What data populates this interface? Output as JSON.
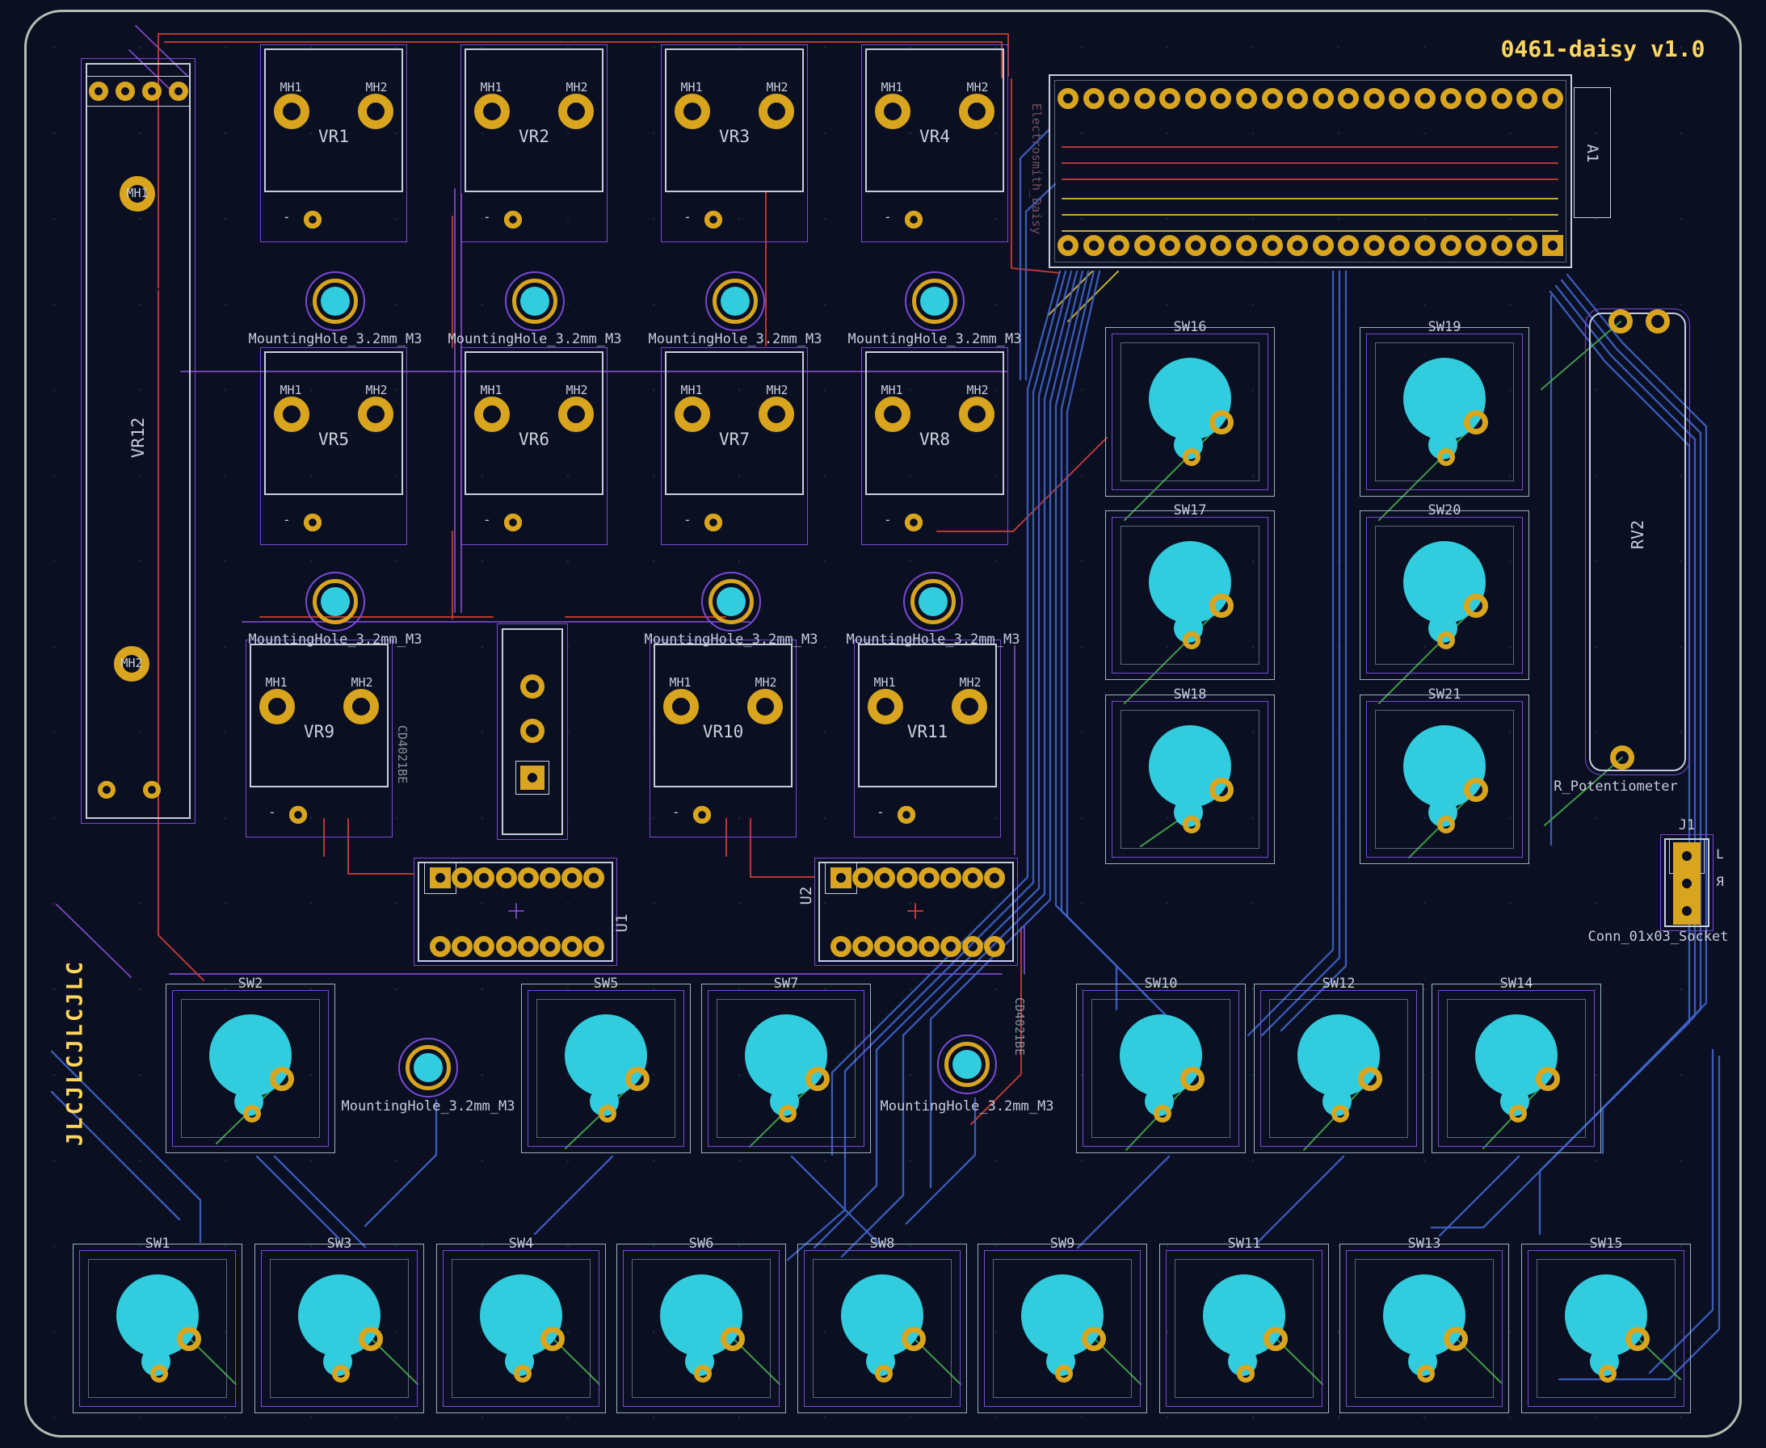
{
  "title": "0461-daisy v1.0",
  "labels": {
    "mounting_hole": "MountingHole_3.2mm_M3",
    "mh1": "MH1",
    "mh2": "MH2",
    "minus": "-",
    "jlc": "JLCJLCJLCJLC"
  },
  "pots": [
    "VR1",
    "VR2",
    "VR3",
    "VR4",
    "VR5",
    "VR6",
    "VR7",
    "VR8",
    "VR9",
    "VR10",
    "VR11"
  ],
  "vr12": {
    "ref": "VR12"
  },
  "daisy": {
    "ref": "A1",
    "fab": "Electrosmith_Daisy"
  },
  "u1": {
    "ref": "U1",
    "fab": "CD4021BE"
  },
  "u2": {
    "ref": "U2",
    "fab": "CD4021BE"
  },
  "rv2": {
    "ref": "RV2",
    "value": "R_Potentiometer"
  },
  "j1": {
    "ref": "J1",
    "value": "Conn_01x03_Socket",
    "pin_l": "L",
    "pin_r": "Я"
  },
  "sw_right": [
    "SW16",
    "SW19",
    "SW17",
    "SW20",
    "SW18",
    "SW21"
  ],
  "sw_mid": [
    "SW2",
    "SW5",
    "SW7",
    "SW10",
    "SW12",
    "SW14"
  ],
  "sw_bottom": [
    "SW1",
    "SW3",
    "SW4",
    "SW6",
    "SW8",
    "SW9",
    "SW11",
    "SW13",
    "SW15"
  ],
  "colors": {
    "background": "#0a0f22",
    "board_edge": "#b7bbb1",
    "silkscreen": "#c7cedb",
    "courtyard": "#7a49d6",
    "pad_gold": "#d9a51f",
    "hole_cyan": "#31ccdd",
    "trace_front": "#c23b35",
    "trace_back": "#3f64c9",
    "trace_inner1": "#43a14a",
    "trace_inner2": "#8a4fd0",
    "trace_aux": "#cbb33a",
    "text_yellow": "#ffd75e"
  }
}
